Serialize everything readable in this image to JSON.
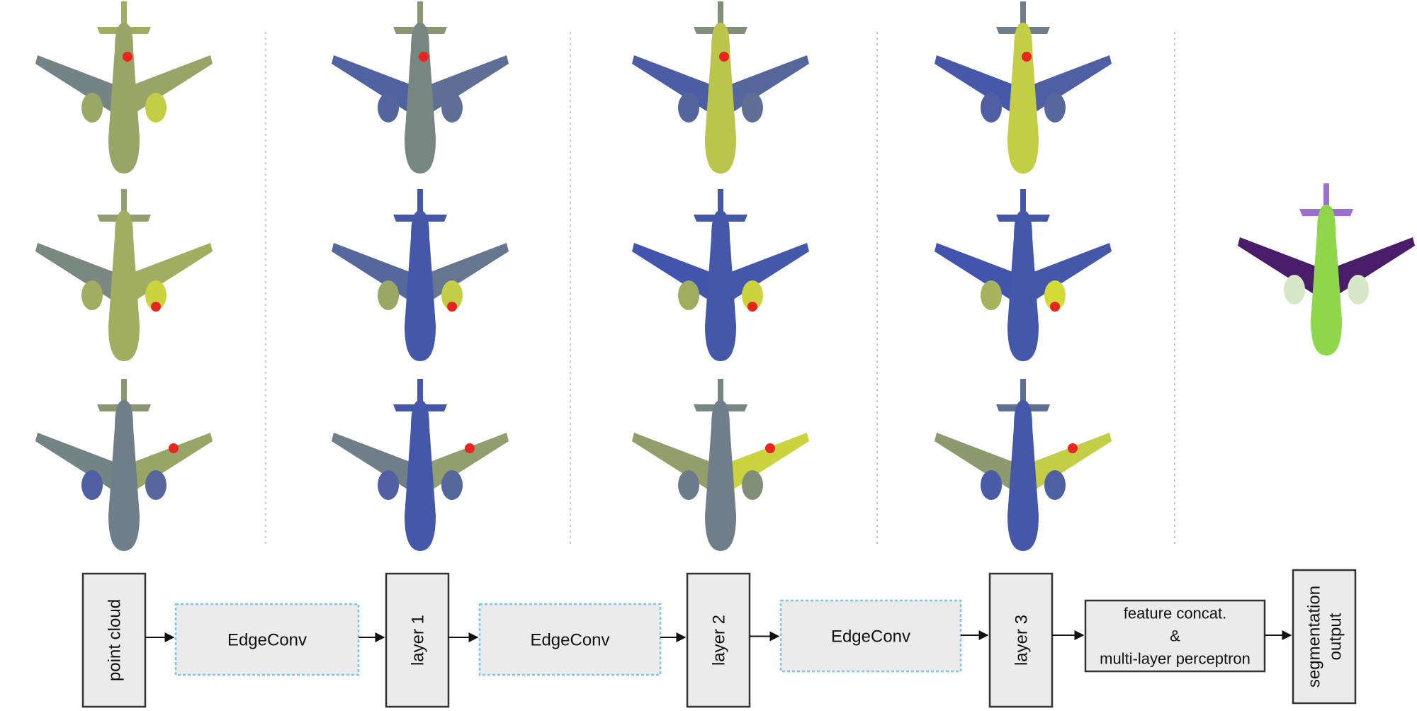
{
  "colors": {
    "low": "#3d4fb0",
    "high": "#e4ec2a",
    "query_point": "#e8251e",
    "seg_fuselage": "#8fd64a",
    "seg_wing": "#4a1d6b",
    "seg_tail": "#9b6fcf",
    "seg_engine": "#d6e8c8",
    "node_fill": "#ebebeb",
    "node_border": "#333333",
    "edge_border": "#7cc8e8",
    "separator": "#c8c8c8",
    "arrow": "#111111"
  },
  "query_positions": [
    "cockpit",
    "engine",
    "wing"
  ],
  "heatmap_grid": [
    [
      {
        "fuselage": 0.55,
        "wings": 0.55,
        "tail": 0.6,
        "engines": 0.8
      },
      {
        "fuselage": 0.35,
        "wings": 0.2,
        "tail": 0.45,
        "engines": 0.2
      },
      {
        "fuselage": 0.75,
        "wings": 0.15,
        "tail": 0.4,
        "engines": 0.2
      },
      {
        "fuselage": 0.8,
        "wings": 0.1,
        "tail": 0.3,
        "engines": 0.15
      }
    ],
    [
      {
        "fuselage": 0.6,
        "wings": 0.6,
        "tail": 0.5,
        "engines": 0.85
      },
      {
        "fuselage": 0.05,
        "wings": 0.25,
        "tail": 0.05,
        "engines": 0.8
      },
      {
        "fuselage": 0.05,
        "wings": 0.05,
        "tail": 0.05,
        "engines": 0.85
      },
      {
        "fuselage": 0.05,
        "wings": 0.05,
        "tail": 0.05,
        "engines": 0.9
      }
    ],
    [
      {
        "fuselage": 0.3,
        "wings": 0.55,
        "tail": 0.45,
        "engines": 0.15
      },
      {
        "fuselage": 0.05,
        "wings": 0.5,
        "tail": 0.05,
        "engines": 0.15
      },
      {
        "fuselage": 0.3,
        "wings": 0.85,
        "tail": 0.35,
        "engines": 0.4
      },
      {
        "fuselage": 0.05,
        "wings": 0.8,
        "tail": 0.2,
        "engines": 0.1
      }
    ]
  ],
  "pipeline": {
    "nodes": [
      {
        "id": "point-cloud",
        "kind": "layer",
        "label": [
          "point cloud"
        ]
      },
      {
        "id": "edgeconv-1",
        "kind": "op",
        "label": [
          "EdgeConv"
        ]
      },
      {
        "id": "layer-1",
        "kind": "layer",
        "label": [
          "layer 1"
        ]
      },
      {
        "id": "edgeconv-2",
        "kind": "op",
        "label": [
          "EdgeConv"
        ]
      },
      {
        "id": "layer-2",
        "kind": "layer",
        "label": [
          "layer 2"
        ]
      },
      {
        "id": "edgeconv-3",
        "kind": "op",
        "label": [
          "EdgeConv"
        ]
      },
      {
        "id": "layer-3",
        "kind": "layer",
        "label": [
          "layer 3"
        ]
      },
      {
        "id": "feature-concat",
        "kind": "head",
        "label": [
          "feature concat.",
          "&",
          "multi-layer perceptron"
        ]
      },
      {
        "id": "segmentation-output",
        "kind": "layer",
        "label": [
          "segmentation",
          "output"
        ]
      }
    ]
  }
}
